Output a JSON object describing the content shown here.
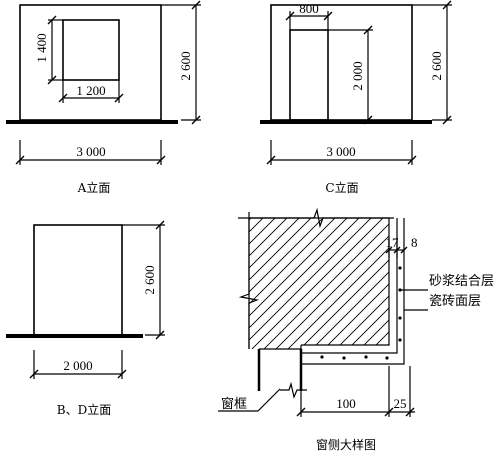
{
  "elevation_a": {
    "caption": "A立面",
    "dim_width": "3 000",
    "dim_height": "2 600",
    "dim_window_width": "1 200",
    "dim_window_height": "1 400"
  },
  "elevation_c": {
    "caption": "C立面",
    "dim_width": "3 000",
    "dim_height": "2 600",
    "dim_door_width": "800",
    "dim_door_height": "2 000"
  },
  "elevation_bd": {
    "caption": "B、D立面",
    "dim_width": "2 000",
    "dim_height": "2 600"
  },
  "window_detail": {
    "caption": "窗侧大样图",
    "dim_17": "17",
    "dim_8": "8",
    "dim_100": "100",
    "dim_25": "25",
    "label_mortar": "砂浆结合层",
    "label_tile": "瓷砖面层",
    "label_frame": "窗框"
  }
}
